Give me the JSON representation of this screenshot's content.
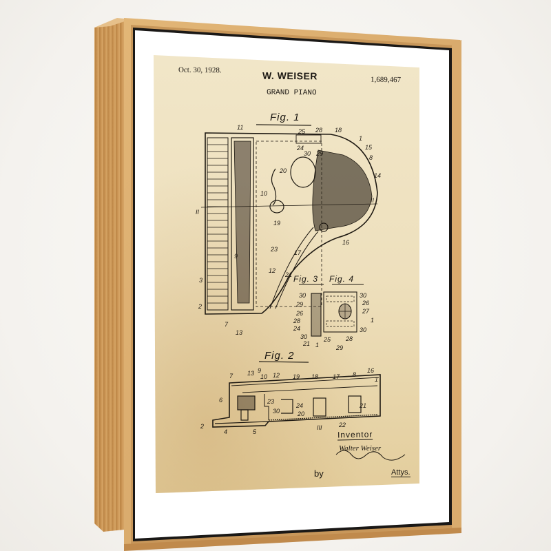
{
  "scene": {
    "description": "Framed vintage patent print hanging on a white wall",
    "frame_color": "#d4a464",
    "frame_side_color": "#c69250",
    "mat_color": "#ffffff",
    "paper_color": "#efe3c4",
    "wall_color": "#f7f5f2"
  },
  "patent": {
    "date": "Oct. 30, 1928.",
    "inventor_header": "W. WEISER",
    "patent_number": "1,689,467",
    "title": "GRAND PIANO",
    "figures": [
      {
        "label": "Fig. 1"
      },
      {
        "label": "Fig. 2"
      },
      {
        "label": "Fig. 3"
      },
      {
        "label": "Fig. 4"
      }
    ],
    "fig1_labels": [
      "11",
      "25",
      "28",
      "18",
      "1",
      "15",
      "8",
      "24",
      "30",
      "29",
      "20",
      "14",
      "10",
      "II",
      "19",
      "16",
      "23",
      "17",
      "9",
      "12",
      "21",
      "3",
      "2",
      "7",
      "13"
    ],
    "fig2_labels": [
      "7",
      "13",
      "9",
      "10",
      "12",
      "19",
      "18",
      "17",
      "8",
      "16",
      "1",
      "6",
      "23",
      "24",
      "30",
      "20",
      "21",
      "2",
      "4",
      "5",
      "III",
      "22"
    ],
    "fig34_labels": [
      "30",
      "29",
      "26",
      "28",
      "24",
      "30",
      "21",
      "1",
      "25",
      "29",
      "28",
      "30",
      "26",
      "27",
      "1",
      "30"
    ],
    "signature": {
      "inventor_label": "Inventor",
      "inventor_name": "Walter Weiser",
      "by": "by",
      "attorneys": "Attys."
    }
  }
}
